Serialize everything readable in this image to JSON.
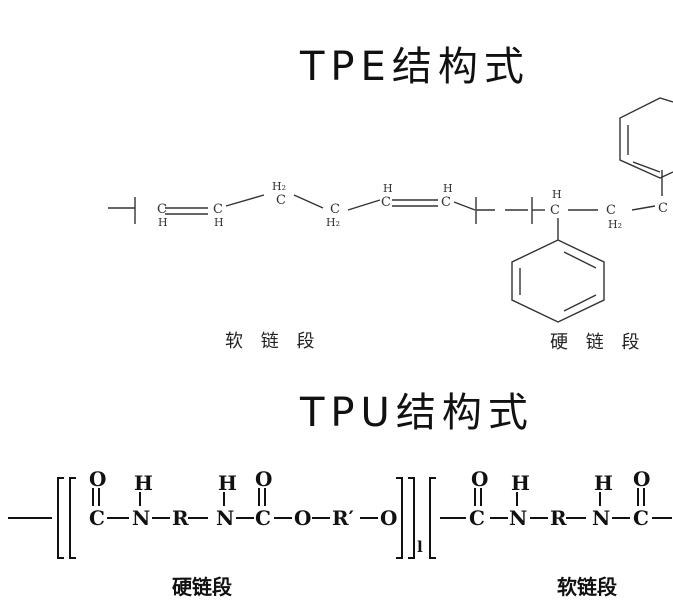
{
  "tpe": {
    "title": "TPE结构式",
    "soft_segment": "软 链 段",
    "hard_segment": "硬 链 段",
    "atoms": {
      "ch1": "C",
      "h1": "H",
      "ch2": "C",
      "h2": "H",
      "ch2a_h": "H₂",
      "ch2a_c": "C",
      "ch2b_c": "C",
      "ch2b_h": "H₂",
      "ch3_h": "H",
      "ch3_c": "C",
      "ch4_h": "H",
      "ch4_c": "C",
      "ch5_h": "H",
      "ch5_c": "C",
      "ch6_c": "C",
      "ch6_h": "H₂",
      "ch7_c": "C"
    }
  },
  "tpu": {
    "title": "TPU结构式",
    "hard_segment": "硬链段",
    "soft_segment": "软链段",
    "chain": {
      "o1": "O",
      "c1": "C",
      "h1": "H",
      "n1": "N",
      "r1": "R",
      "h2": "H",
      "n2": "N",
      "o2": "O",
      "c2": "C",
      "o3": "O",
      "rp": "R′",
      "o4": "O",
      "sub": "l",
      "o5": "O",
      "c3": "C",
      "h3": "H",
      "n3": "N",
      "r2": "R",
      "h4": "H",
      "n4": "N",
      "o6": "O",
      "c4": "C"
    }
  }
}
